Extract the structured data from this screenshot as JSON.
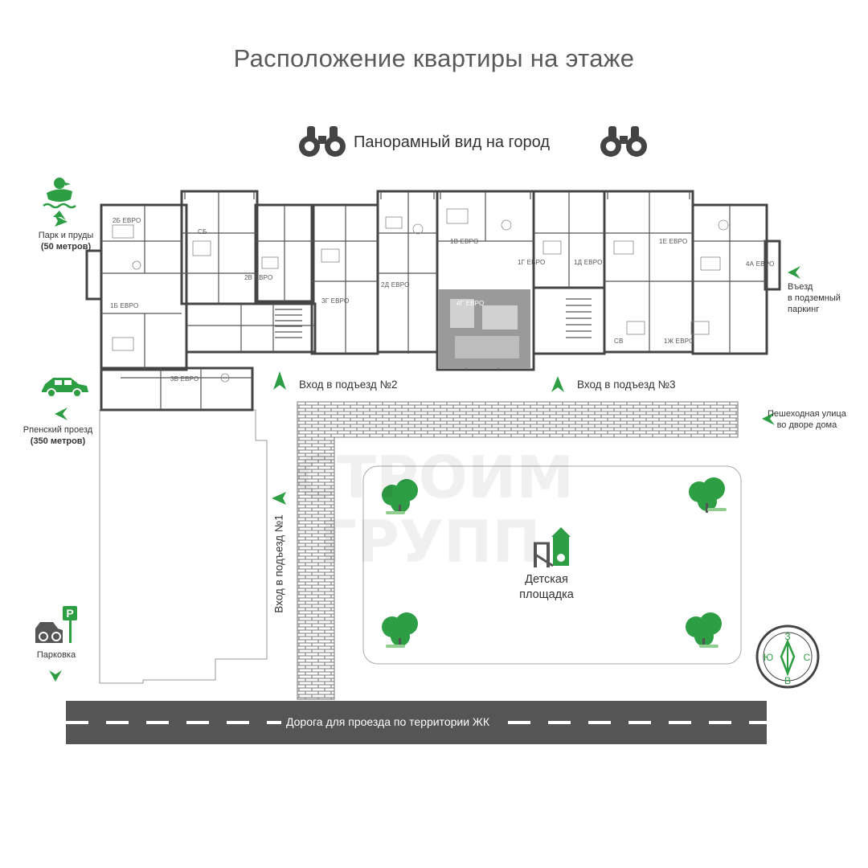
{
  "header": {
    "title": "Расположение квартиры на этаже",
    "panorama": "Панорамный вид на город"
  },
  "left_labels": {
    "park_line1": "Парк и пруды",
    "park_line2": "(50 метров)",
    "road_line1": "Рпенский проезд",
    "road_line2": "(350 метров)",
    "parking": "Парковка"
  },
  "right_labels": {
    "underground_line1": "Въезд",
    "underground_line2": "в подземный",
    "underground_line3": "паркинг",
    "pedestrian_line1": "Пешеходная улица",
    "pedestrian_line2": "во дворе дома"
  },
  "entrances": {
    "e1": "Вход в подъезд №1",
    "e2": "Вход в подъезд №2",
    "e3": "Вход в подъезд №3"
  },
  "playground": {
    "line1": "Детская",
    "line2": "площадка"
  },
  "road": "Дорога для проезда по территории ЖК",
  "parking_sign": "P",
  "compass": {
    "n": "З",
    "s": "В",
    "w": "Ю",
    "e": "С"
  },
  "apartments": [
    "2Б ЕВРО",
    "СБ",
    "2В ЕВРО",
    "1Б ЕВРО",
    "3В ЕВРО",
    "3Г ЕВРО",
    "2Д ЕВРО",
    "1В ЕВРО",
    "1Г ЕВРО",
    "1Д ЕВРО",
    "1Е ЕВРО",
    "4А ЕВРО",
    "СВ",
    "1Ж ЕВРО",
    "4Г ЕВРО"
  ],
  "watermark": {
    "line1": "СТРОИМ",
    "line2": "ГРУПП"
  },
  "colors": {
    "accent": "#2e9e44",
    "road": "#555555",
    "wall": "#444444",
    "highlight": "#9a9a9a"
  }
}
